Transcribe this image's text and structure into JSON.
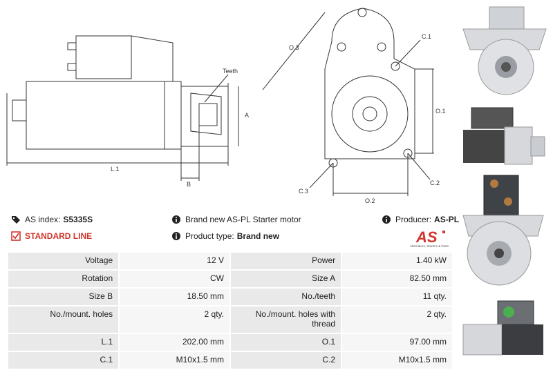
{
  "drawing": {
    "labels": {
      "teeth": "Teeth",
      "a": "A",
      "b": "B",
      "l1": "L.1",
      "o3": "O.3",
      "c1": "C.1",
      "o1": "O.1",
      "c3": "C.3",
      "c2": "C.2",
      "o2": "O.2"
    }
  },
  "info": {
    "as_index_label": "AS index:",
    "as_index_value": "S5335S",
    "standard_line": "STANDARD LINE",
    "brand_new_text": "Brand new AS-PL Starter motor",
    "product_type_label": "Product type:",
    "product_type_value": "Brand new",
    "producer_label": "Producer:",
    "producer_value": "AS-PL"
  },
  "logo": {
    "mark": "AS",
    "tagline": "Alternators, Starters & Parts"
  },
  "specs": [
    {
      "l1": "Voltage",
      "v1": "12 V",
      "l2": "Power",
      "v2": "1.40 kW"
    },
    {
      "l1": "Rotation",
      "v1": "CW",
      "l2": "Size A",
      "v2": "82.50 mm"
    },
    {
      "l1": "Size B",
      "v1": "18.50 mm",
      "l2": "No./teeth",
      "v2": "11 qty."
    },
    {
      "l1": "No./mount. holes",
      "v1": "2 qty.",
      "l2": "No./mount. holes with thread",
      "v2": "2 qty."
    },
    {
      "l1": "L.1",
      "v1": "202.00 mm",
      "l2": "O.1",
      "v2": "97.00 mm"
    },
    {
      "l1": "C.1",
      "v1": "M10x1.5 mm",
      "l2": "C.2",
      "v2": "M10x1.5 mm"
    }
  ],
  "colors": {
    "accent_red": "#d0342c",
    "cell_bg": "#e9e9e9"
  }
}
